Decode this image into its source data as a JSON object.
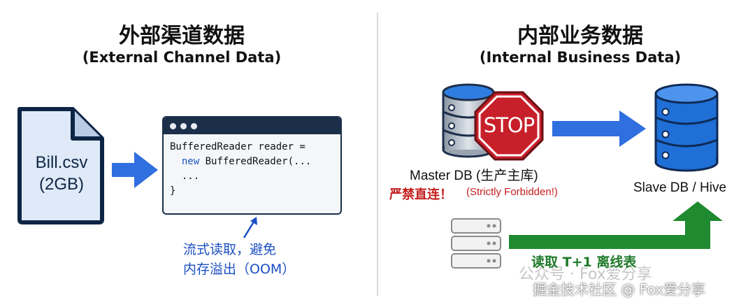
{
  "left_panel": {
    "title_cn": "外部渠道数据",
    "title_en": "(External Channel Data)",
    "file": {
      "name": "Bill.csv",
      "size": "(2GB)",
      "icon": "file-icon"
    },
    "code": {
      "line1": "BufferedReader reader =",
      "line2_keyword": "new",
      "line2_rest": " BufferedReader(...",
      "line3": "...",
      "line4": "}"
    },
    "note_line1": "流式读取，避免",
    "note_line2": "内存溢出（OOM）"
  },
  "right_panel": {
    "title_cn": "内部业务数据",
    "title_en": "(Internal Business Data)",
    "stop_sign": "STOP",
    "master_label": "Master DB (生产主库)",
    "forbidden_cn": "严禁直连！",
    "forbidden_en": "(Strictly Forbidden!)",
    "slave_label": "Slave DB / Hive",
    "t1_label": "读取 T+1 离线表"
  },
  "watermark": {
    "faint": "公众号 · Fox爱分享",
    "main": "掘金技术社区 @ Fox爱分享"
  },
  "colors": {
    "blue_arrow": "#2f6fe0",
    "db_blue": "#1e6fd6",
    "stop_red": "#c8202a",
    "green_arrow": "#1f8a2f",
    "navy": "#1c2f4a"
  }
}
